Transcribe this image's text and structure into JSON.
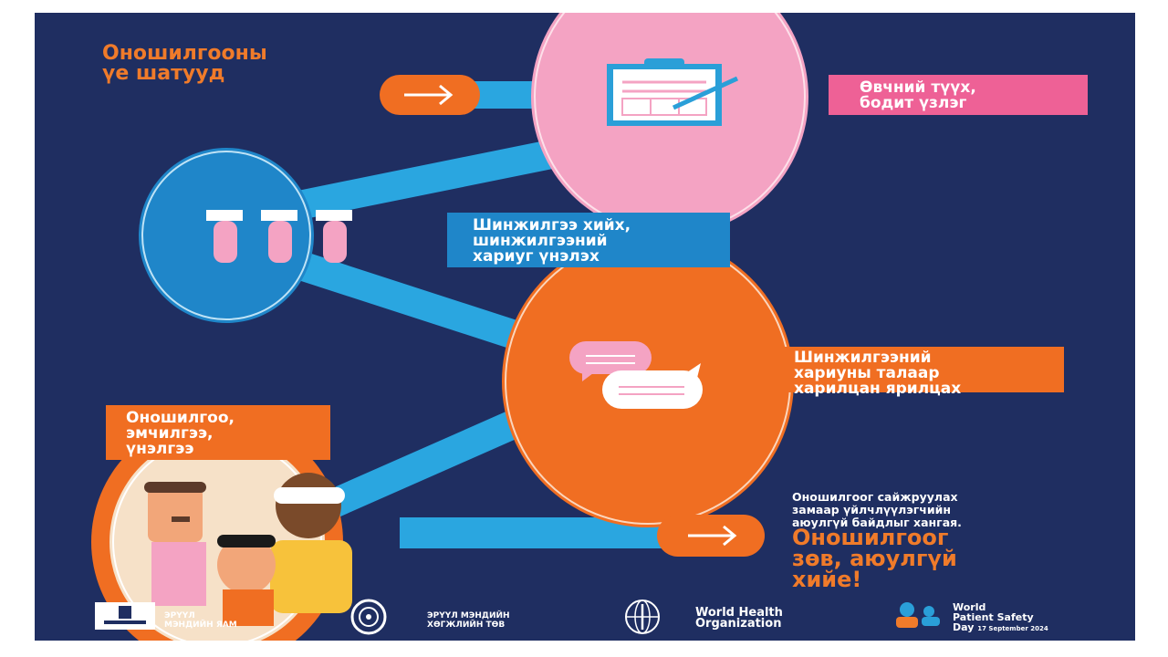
{
  "title": {
    "line1": "Оношилгооны",
    "line2": "үе шатууд"
  },
  "steps": [
    {
      "line1": "Өвчний түүх,",
      "line2": "бодит үзлэг",
      "icon": "clipboard-icon"
    },
    {
      "line1": "Шинжилгээ хийх,",
      "line2": "шинжилгээний",
      "line3": "хариуг үнэлэх",
      "icon": "test-tubes-icon"
    },
    {
      "line1": "Шинжилгээний",
      "line2": "хариуны талаар",
      "line3": "харилцан ярилцах",
      "icon": "speech-bubbles-icon"
    },
    {
      "line1": "Оношилгоо,",
      "line2": "эмчилгээ,",
      "line3": "үнэлгээ",
      "icon": "patients-family-icon"
    }
  ],
  "cta": {
    "small1": "Оношилгоог сайжруулах",
    "small2": "замаар үйлчлүүлэгчийн",
    "small3": "аюулгүй байдлыг хангая.",
    "big1": "Оношилгоог",
    "big2": "зөв, аюулгүй",
    "big3": "хийе!"
  },
  "logos": {
    "ministry_line1": "ЭРҮҮЛ",
    "ministry_line2": "МЭНДИЙН ЯАМ",
    "center_line1": "ЭРҮҮЛ МЭНДИЙН",
    "center_line2": "ХӨГЖЛИЙН ТӨВ",
    "who_line1": "World Health",
    "who_line2": "Organization",
    "wpsd_line1": "World",
    "wpsd_line2": "Patient Safety",
    "wpsd_line3": "Day",
    "wpsd_date": "17 September 2024"
  },
  "colors": {
    "background": "#1f2e61",
    "orange": "#f06e22",
    "pink": "#ee6196",
    "blue": "#1f86c9",
    "path": "#2aa6e0"
  }
}
